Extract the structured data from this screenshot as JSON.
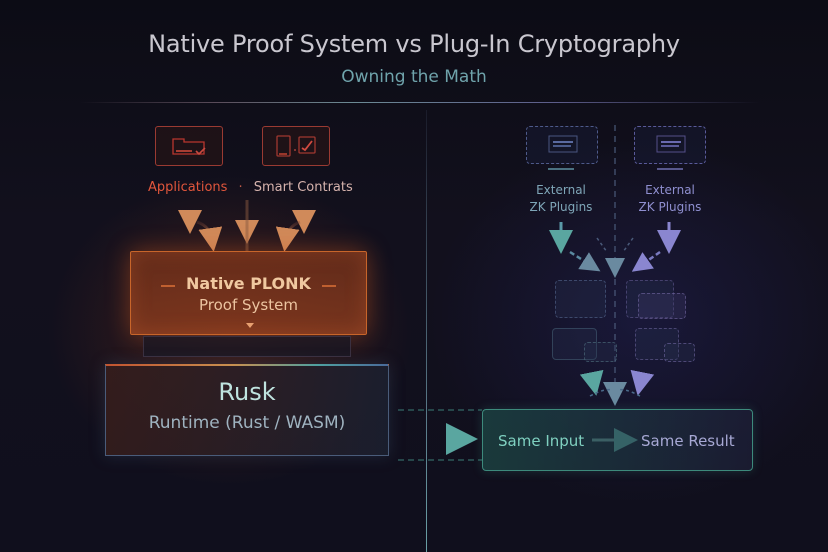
{
  "header": {
    "title": "Native Proof System vs Plug-In Cryptography",
    "subtitle": "Owning the Math"
  },
  "left_panel": {
    "inputs": [
      {
        "label": "Applications",
        "icon": "application-window-icon",
        "color": "#e0563c"
      },
      {
        "label": "Smart Contrats",
        "icon": "smart-contract-check-icon",
        "color": "#d6b3ad"
      }
    ],
    "separator": "·",
    "proof_system": {
      "title": "Native PLONK",
      "subtitle": "Proof System",
      "accent": "#c8652a"
    },
    "runtime": {
      "title": "Rusk",
      "subtitle": "Runtime (Rust / WASM)"
    }
  },
  "right_panel": {
    "plugins": [
      {
        "label_line1": "External",
        "label_line2": "ZK Plugins",
        "icon": "monitor-icon",
        "color": "#7fa6b8"
      },
      {
        "label_line1": "External",
        "label_line2": "ZK Plugins",
        "icon": "monitor-icon",
        "color": "#8f8fd0"
      }
    ]
  },
  "result": {
    "input_label": "Same Input",
    "output_label": "Same Result",
    "accent": "#3d8a7c"
  }
}
